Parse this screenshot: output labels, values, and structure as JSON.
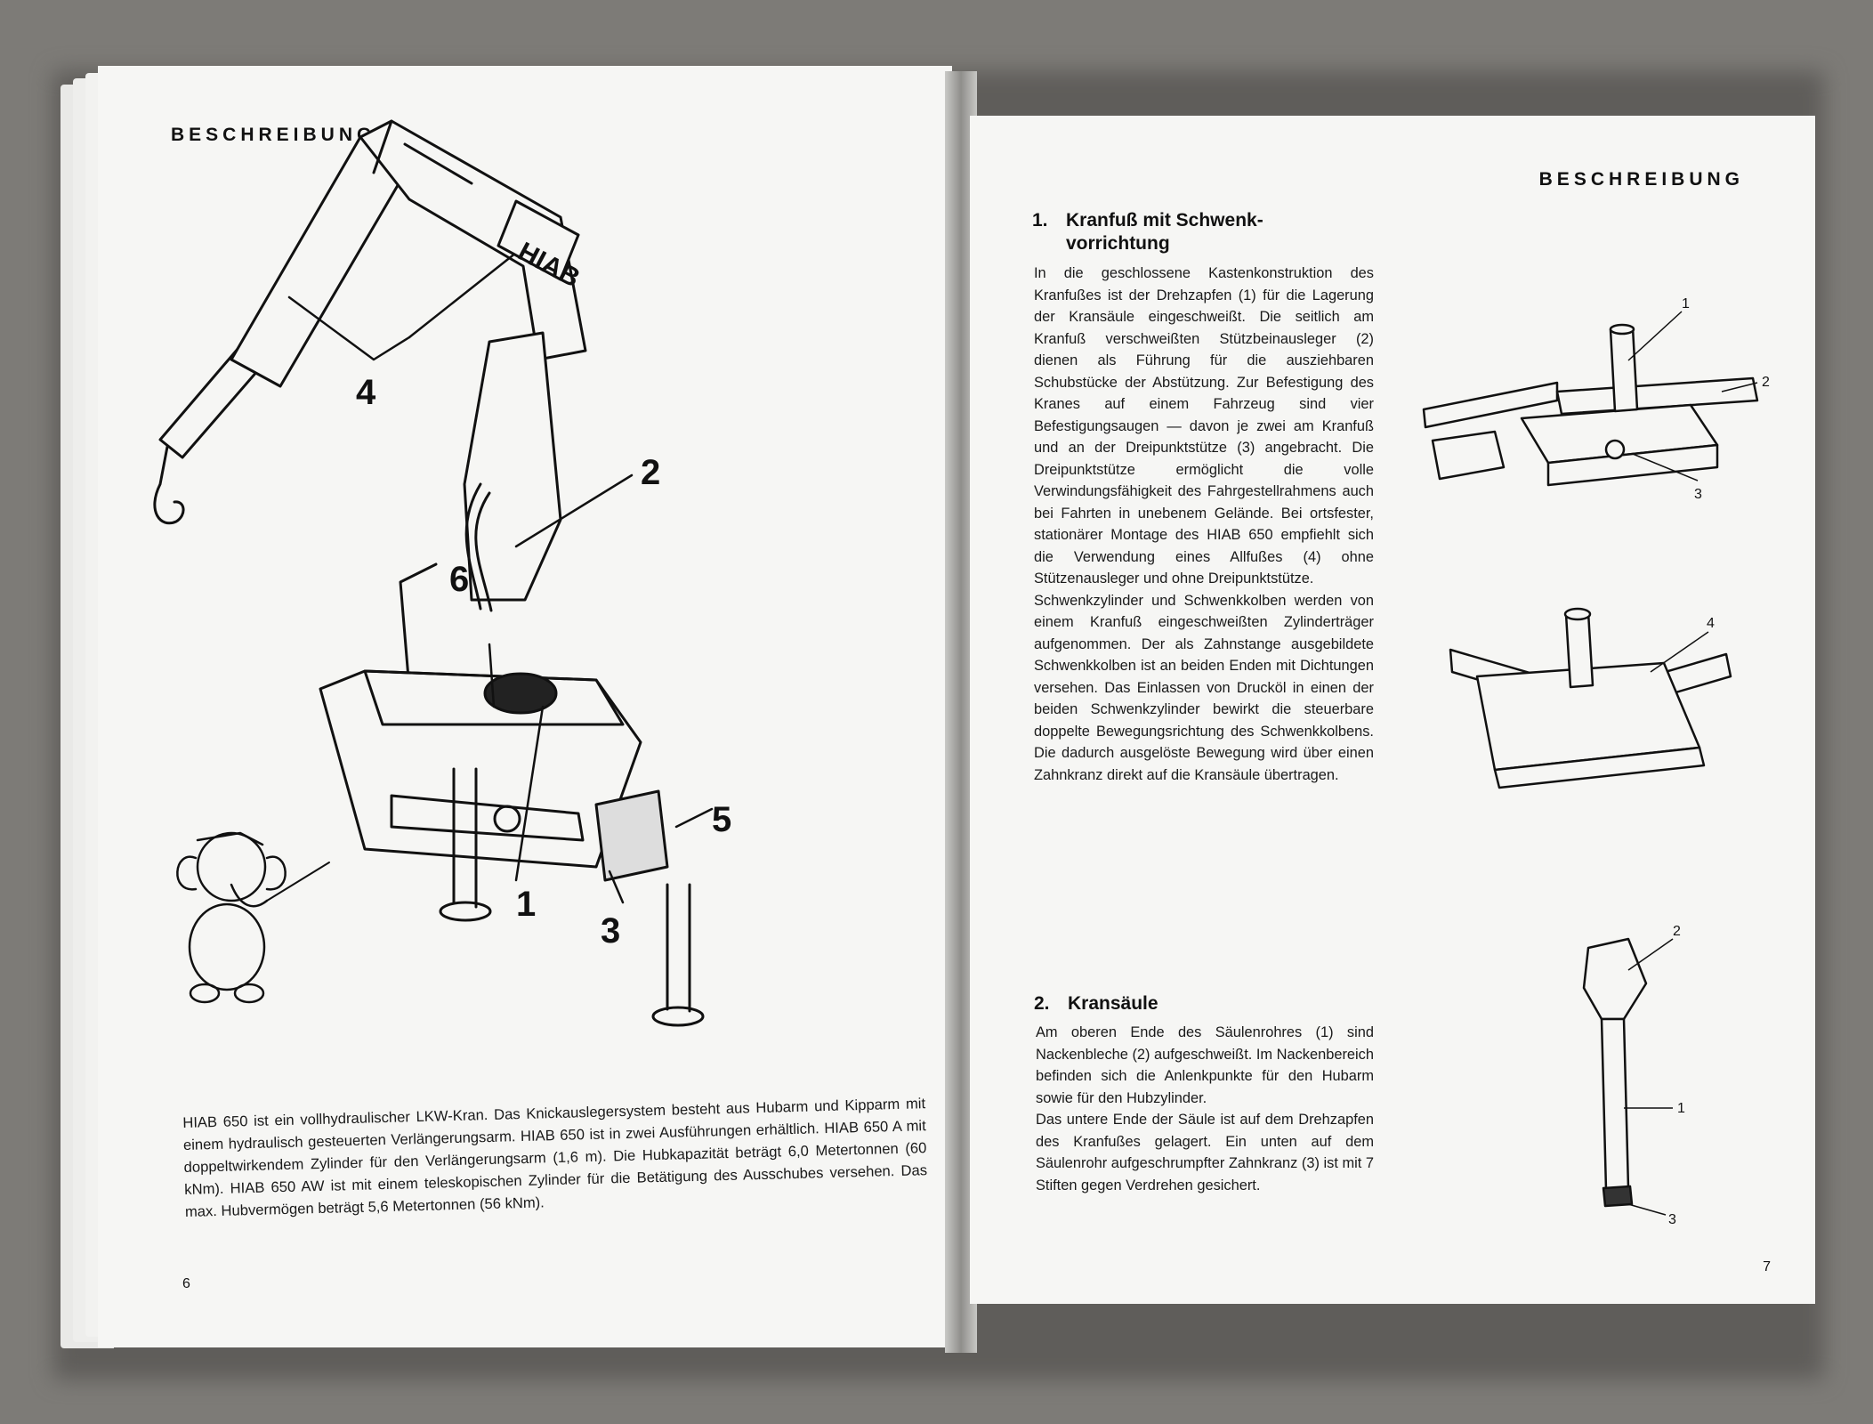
{
  "left_page": {
    "section_title": "BESCHREIBUNG",
    "page_number": "6",
    "crane_logo": "HIAB",
    "callouts": [
      "4",
      "2",
      "6",
      "5",
      "1",
      "3"
    ],
    "caption": "HIAB 650 ist ein vollhydraulischer LKW-Kran. Das Knickauslegersystem besteht aus Hubarm und Kipparm mit einem hydraulisch gesteuerten Verlängerungsarm. HIAB 650 ist in zwei Ausführungen erhältlich. HIAB 650 A mit doppeltwirkendem Zylinder für den Verlängerungsarm (1,6 m). Die Hubkapazität beträgt 6,0 Metertonnen (60 kNm). HIAB 650 AW ist mit einem teleskopischen Zylinder für die Betätigung des Ausschubes versehen. Das max. Hubvermögen beträgt 5,6 Metertonnen (56 kNm)."
  },
  "right_page": {
    "section_title": "BESCHREIBUNG",
    "page_number": "7",
    "sections": [
      {
        "number": "1.",
        "title_line1": "Kranfuß mit Schwenk-",
        "title_line2": "vorrichtung",
        "paragraph1": "In die geschlossene Kastenkonstruktion des Kranfußes ist der Drehzapfen (1) für die Lagerung der Kransäule eingeschweißt. Die seitlich am Kranfuß verschweißten Stützbeinausleger (2) dienen als Führung für die ausziehbaren Schubstücke der Abstützung. Zur Befestigung des Kranes auf einem Fahrzeug sind vier Befestigungsaugen — davon je zwei am Kranfuß und an der Dreipunktstütze (3) angebracht. Die Dreipunktstütze ermöglicht die volle Verwindungsfähigkeit des Fahrgestellrahmens auch bei Fahrten in unebenem Gelände. Bei ortsfester, stationärer Montage des HIAB 650 empfiehlt sich die Verwendung eines Allfußes (4) ohne Stützenausleger und ohne Dreipunktstütze.",
        "paragraph2": "Schwenkzylinder und Schwenkkolben werden von einem Kranfuß eingeschweißten Zylinderträger aufgenommen. Der als Zahnstange ausgebildete Schwenkkolben ist an beiden Enden mit Dichtungen versehen. Das Einlassen von Drucköl in einen der beiden Schwenkzylinder bewirkt die steuerbare doppelte Bewegungsrichtung des Schwenkkolbens. Die dadurch ausgelöste Bewegung wird über einen Zahnkranz direkt auf die Kransäule übertragen."
      },
      {
        "number": "2.",
        "title_line1": "Kransäule",
        "paragraph1": "Am oberen Ende des Säulenrohres (1) sind Nackenbleche (2) aufgeschweißt. Im Nackenbereich befinden sich die Anlenkpunkte für den Hubarm sowie für den Hubzylinder.",
        "paragraph2": "Das untere Ende der Säule ist auf dem Drehzapfen des Kranfußes gelagert. Ein unten auf dem Säulenrohr aufgeschrumpfter Zahnkranz (3) ist mit 7 Stiften gegen Verdrehen gesichert."
      }
    ],
    "figure1_labels": [
      "1",
      "2",
      "3"
    ],
    "figure2_labels": [
      "4"
    ],
    "figure3_labels": [
      "2",
      "1",
      "3"
    ]
  },
  "colors": {
    "paper": "#f6f6f4",
    "ink": "#111111",
    "background": "#7d7b77"
  }
}
